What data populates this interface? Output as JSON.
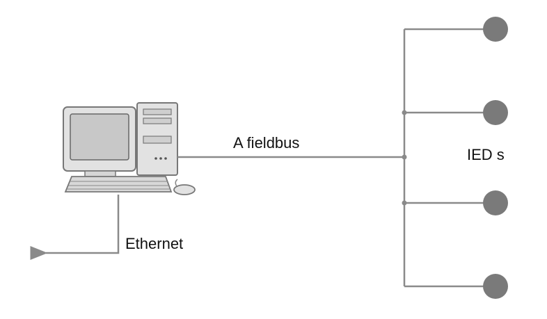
{
  "labels": {
    "fieldbus": "A fieldbus",
    "ieds": "IED s",
    "ethernet": "Ethernet"
  },
  "colors": {
    "line": "#8a8a8a",
    "node": "#7a7a7a",
    "computer_body": "#e2e2e2",
    "screen": "#c8c8c8"
  },
  "icons": [
    "desktop-computer-icon",
    "keyboard-icon",
    "mouse-icon",
    "arrow-left-icon"
  ]
}
